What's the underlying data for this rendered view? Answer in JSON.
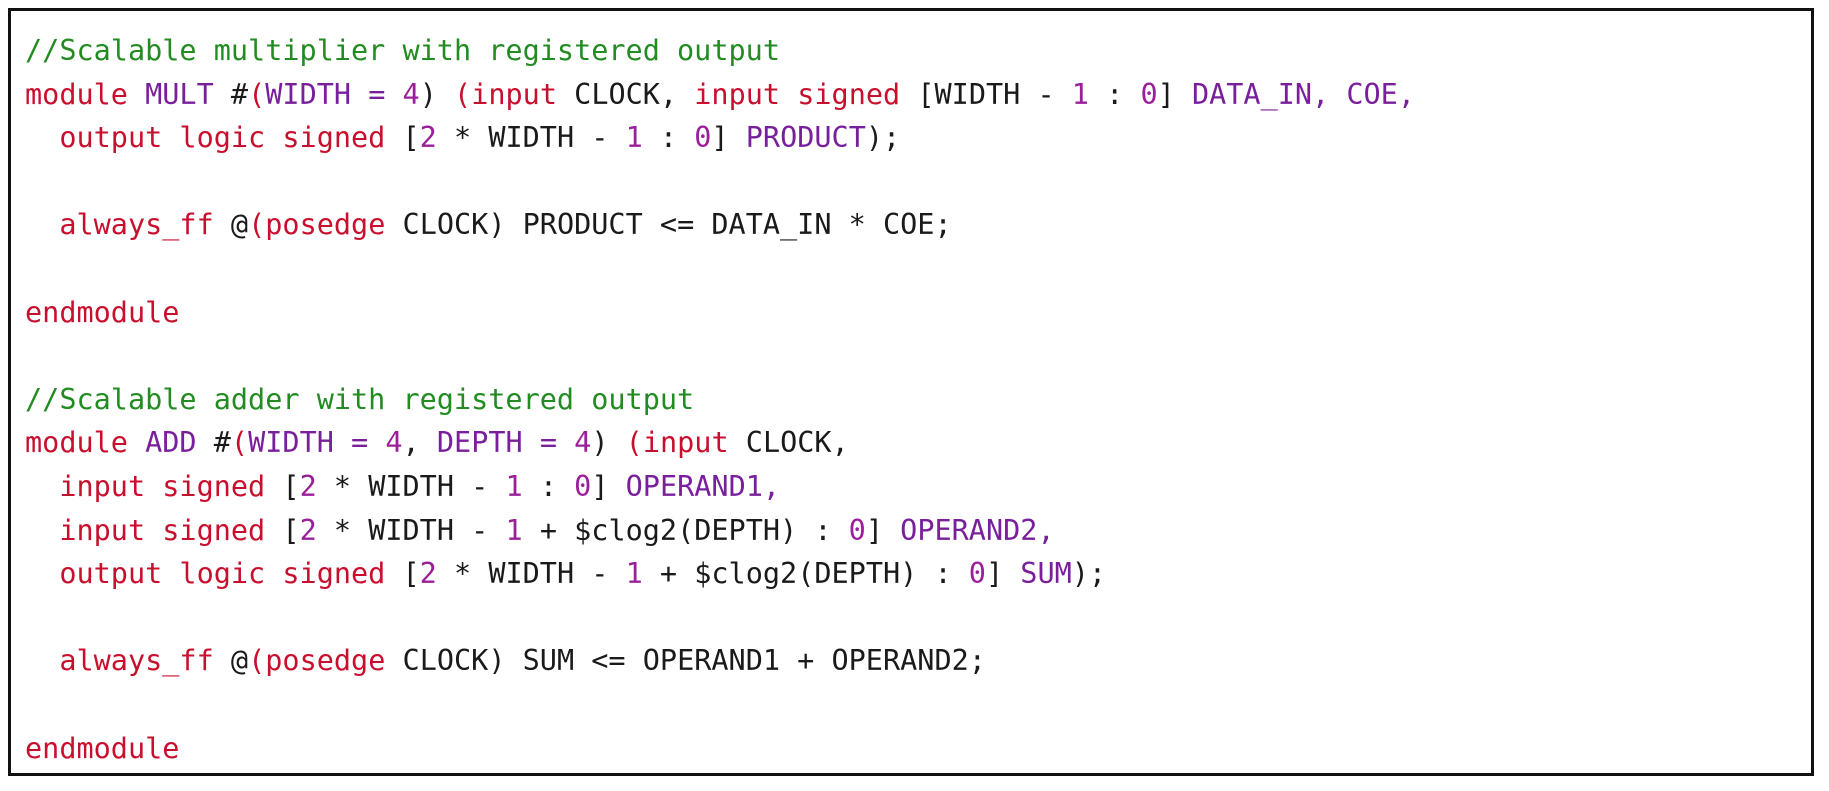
{
  "colors": {
    "comment": "#228b22",
    "keyword": "#c8102e",
    "text": "#1a1a1a",
    "number": "#9b1f9b",
    "identifier": "#7a1f9b"
  },
  "lines": [
    [
      {
        "t": "//Scalable multiplier with registered output",
        "k": "comment"
      }
    ],
    [
      {
        "t": "module ",
        "k": "keyword"
      },
      {
        "t": "MULT ",
        "k": "ident"
      },
      {
        "t": "#",
        "k": "text"
      },
      {
        "t": "(",
        "k": "paren"
      },
      {
        "t": "WIDTH = ",
        "k": "ident"
      },
      {
        "t": "4",
        "k": "number"
      },
      {
        "t": ") ",
        "k": "text"
      },
      {
        "t": "(",
        "k": "paren"
      },
      {
        "t": "input ",
        "k": "keyword"
      },
      {
        "t": "CLOCK, ",
        "k": "text"
      },
      {
        "t": "input signed ",
        "k": "keyword"
      },
      {
        "t": "[",
        "k": "text"
      },
      {
        "t": "WIDTH - ",
        "k": "text"
      },
      {
        "t": "1",
        "k": "number"
      },
      {
        "t": " : ",
        "k": "text"
      },
      {
        "t": "0",
        "k": "number"
      },
      {
        "t": "] ",
        "k": "text"
      },
      {
        "t": "DATA_IN, COE,",
        "k": "ident"
      }
    ],
    [
      {
        "t": "  output logic signed ",
        "k": "keyword"
      },
      {
        "t": "[",
        "k": "text"
      },
      {
        "t": "2",
        "k": "number"
      },
      {
        "t": " * WIDTH - ",
        "k": "text"
      },
      {
        "t": "1",
        "k": "number"
      },
      {
        "t": " : ",
        "k": "text"
      },
      {
        "t": "0",
        "k": "number"
      },
      {
        "t": "] ",
        "k": "text"
      },
      {
        "t": "PRODUCT",
        "k": "ident"
      },
      {
        "t": ");",
        "k": "text"
      }
    ],
    [],
    [
      {
        "t": "  always_ff ",
        "k": "keyword"
      },
      {
        "t": "@",
        "k": "text"
      },
      {
        "t": "(",
        "k": "paren"
      },
      {
        "t": "posedge ",
        "k": "keyword"
      },
      {
        "t": "CLOCK) PRODUCT <= DATA_IN * COE;",
        "k": "text"
      }
    ],
    [],
    [
      {
        "t": "endmodule",
        "k": "keyword"
      }
    ],
    [],
    [
      {
        "t": "//Scalable adder with registered output",
        "k": "comment"
      }
    ],
    [
      {
        "t": "module ",
        "k": "keyword"
      },
      {
        "t": "ADD ",
        "k": "ident"
      },
      {
        "t": "#",
        "k": "text"
      },
      {
        "t": "(",
        "k": "paren"
      },
      {
        "t": "WIDTH = ",
        "k": "ident"
      },
      {
        "t": "4",
        "k": "number"
      },
      {
        "t": ", ",
        "k": "text"
      },
      {
        "t": "DEPTH = ",
        "k": "ident"
      },
      {
        "t": "4",
        "k": "number"
      },
      {
        "t": ") ",
        "k": "text"
      },
      {
        "t": "(",
        "k": "paren"
      },
      {
        "t": "input ",
        "k": "keyword"
      },
      {
        "t": "CLOCK,",
        "k": "text"
      }
    ],
    [
      {
        "t": "  input signed ",
        "k": "keyword"
      },
      {
        "t": "[",
        "k": "text"
      },
      {
        "t": "2",
        "k": "number"
      },
      {
        "t": " * WIDTH - ",
        "k": "text"
      },
      {
        "t": "1",
        "k": "number"
      },
      {
        "t": " : ",
        "k": "text"
      },
      {
        "t": "0",
        "k": "number"
      },
      {
        "t": "] ",
        "k": "text"
      },
      {
        "t": "OPERAND1,",
        "k": "ident"
      }
    ],
    [
      {
        "t": "  input signed ",
        "k": "keyword"
      },
      {
        "t": "[",
        "k": "text"
      },
      {
        "t": "2",
        "k": "number"
      },
      {
        "t": " * WIDTH - ",
        "k": "text"
      },
      {
        "t": "1",
        "k": "number"
      },
      {
        "t": " + $clog2(DEPTH) : ",
        "k": "text"
      },
      {
        "t": "0",
        "k": "number"
      },
      {
        "t": "] ",
        "k": "text"
      },
      {
        "t": "OPERAND2,",
        "k": "ident"
      }
    ],
    [
      {
        "t": "  output logic signed ",
        "k": "keyword"
      },
      {
        "t": "[",
        "k": "text"
      },
      {
        "t": "2",
        "k": "number"
      },
      {
        "t": " * WIDTH - ",
        "k": "text"
      },
      {
        "t": "1",
        "k": "number"
      },
      {
        "t": " + $clog2(DEPTH) : ",
        "k": "text"
      },
      {
        "t": "0",
        "k": "number"
      },
      {
        "t": "] ",
        "k": "text"
      },
      {
        "t": "SUM",
        "k": "ident"
      },
      {
        "t": ");",
        "k": "text"
      }
    ],
    [],
    [
      {
        "t": "  always_ff ",
        "k": "keyword"
      },
      {
        "t": "@",
        "k": "text"
      },
      {
        "t": "(",
        "k": "paren"
      },
      {
        "t": "posedge ",
        "k": "keyword"
      },
      {
        "t": "CLOCK) SUM <= OPERAND1 + OPERAND2;",
        "k": "text"
      }
    ],
    [],
    [
      {
        "t": "endmodule",
        "k": "keyword"
      }
    ]
  ]
}
